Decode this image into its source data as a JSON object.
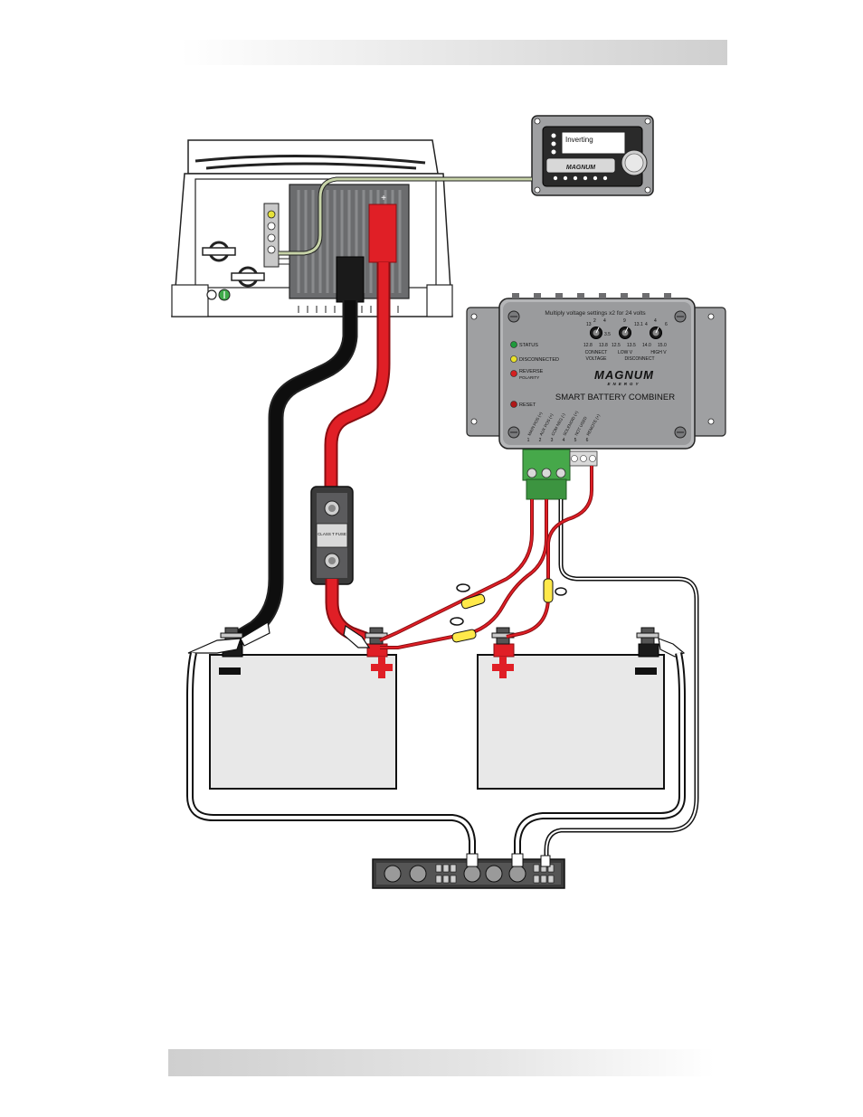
{
  "remote": {
    "display_text": "Inverting",
    "brand_text": "MAGNUM"
  },
  "combiner": {
    "note": "Multiply voltage settings x2 for 24 volts",
    "leds": [
      {
        "label": "STATUS",
        "color": "#1f9a3c"
      },
      {
        "label": "DISCONNECTED",
        "color": "#e8e02a"
      },
      {
        "label": "REVERSE",
        "label2": "POLARITY",
        "color": "#d42020"
      },
      {
        "label": "RESET",
        "color": "#b01818"
      }
    ],
    "dials": [
      {
        "scale_top": [
          "13",
          "2",
          "4",
          "3.5"
        ],
        "scale_bottom": [
          "12.8",
          "13.8"
        ],
        "label": "CONNECT",
        "label2": "VOLTAGE"
      },
      {
        "scale_top": [
          "9",
          "13.1"
        ],
        "scale_bottom": [
          "12.5",
          "13.5"
        ],
        "label": "LOW V",
        "label2": "DISCONNECT"
      },
      {
        "scale_top": [
          "4",
          "4",
          "6"
        ],
        "scale_bottom": [
          "14.0",
          "15.0"
        ],
        "label": "HIGH V",
        "label2": ""
      }
    ],
    "brand": "MAGNUM",
    "brand_sub": "ENERGY",
    "product_title": "SMART BATTERY COMBINER",
    "terminals": [
      {
        "num": "1",
        "label": "MAIN POS (+)"
      },
      {
        "num": "2",
        "label": "AUX POS (+)"
      },
      {
        "num": "3",
        "label": "COM NEG (-)"
      },
      {
        "num": "4",
        "label": "SOLENOID (+)"
      },
      {
        "num": "5",
        "label": "NOT USED"
      },
      {
        "num": "6",
        "label": "REMOTE (+)"
      }
    ]
  },
  "fuse": {
    "label": "CLASS T FUSE"
  },
  "colors": {
    "positive_cable": "#e01f26",
    "negative_cable": "#111111",
    "battery_fill": "#e8e8e8",
    "chassis": "#9fa0a2",
    "heatsink": "#6b6c6e",
    "fuse_holder": "#ffe94a",
    "terminal_block": "#46a84a",
    "remote_cable": "#c7d3a8"
  }
}
